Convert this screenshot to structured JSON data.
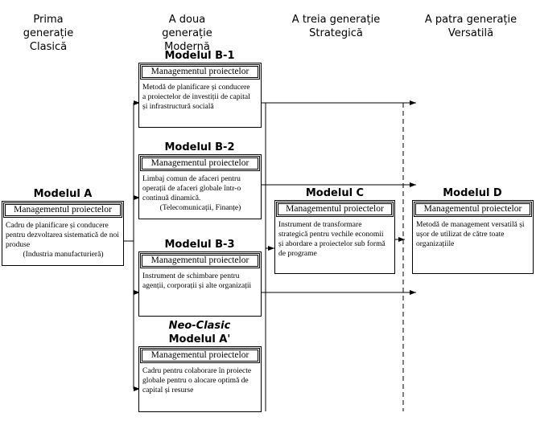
{
  "generations": [
    {
      "line1": "Prima generație",
      "line2": "Clasică"
    },
    {
      "line1": "A doua generație",
      "line2": "Modernă"
    },
    {
      "line1": "A treia generație",
      "line2": "Strategică"
    },
    {
      "line1": "A patra generație",
      "line2": "Versatilă"
    }
  ],
  "models": {
    "a": {
      "title": "Modelul A",
      "header": "Managementul proiectelor",
      "description": "Cadru de planificare și conducere pentru dezvoltarea sistematică de noi produse",
      "example": "(Industria manufacturieră)"
    },
    "b1": {
      "title": "Modelul B-1",
      "header": "Managementul proiectelor",
      "description": "Metodă de planificare și conducere a proiectelor de investiții de capital și infrastructură socială"
    },
    "b2": {
      "title": "Modelul B-2",
      "header": "Managementul proiectelor",
      "description": "Limbaj comun de afaceri pentru operații de afaceri globale într-o continuă dinamică.",
      "example": "(Telecomunicații, Finanțe)"
    },
    "b3": {
      "title": "Modelul B-3",
      "header": "Managementul proiectelor",
      "description": "Instrument de schimbare pentru agenții, corporații și alte organizații"
    },
    "a_prime": {
      "subtitle": "Neo-Clasic",
      "title": "Modelul A'",
      "header": "Managementul proiectelor",
      "description": "Cadru pentru colaborare în proiecte globale pentru o alocare optimă de capital și resurse"
    },
    "c": {
      "title": "Modelul C",
      "header": "Managementul proiectelor",
      "description": "Instrument de transformare strategică pentru vechile economii și abordare a proiectelor sub formă de programe"
    },
    "d": {
      "title": "Modelul D",
      "header": "Managementul proiectelor",
      "description": "Metodă de management versatilă și ușor de utilizat de către toate organizațiile"
    }
  }
}
